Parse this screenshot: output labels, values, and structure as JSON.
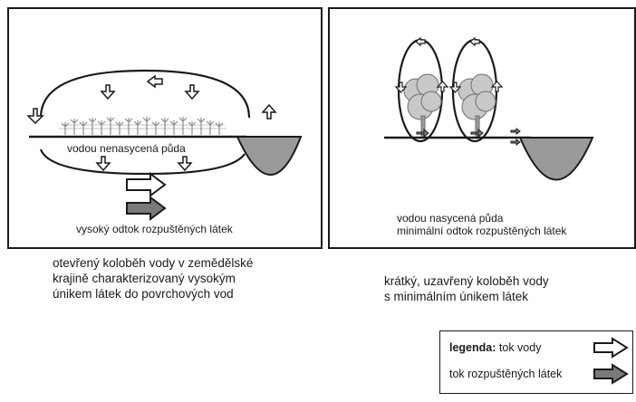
{
  "left_panel": {
    "soil_label": "vodou nenasycená půda",
    "outflow_label": "vysoký odtok rozpuštěných látek"
  },
  "right_panel": {
    "soil_label": "vodou nasycená půda",
    "outflow_label": "minimální odtok rozpuštěných látek"
  },
  "captions": {
    "left": [
      "otevřený koloběh vody v zemědělské",
      "krajině charakterizovaný vysokým",
      "únikem látek do povrchových vod"
    ],
    "right": [
      "krátký, uzavřený koloběh vody",
      "s minimálním únikem látek"
    ]
  },
  "legend": {
    "title": "legenda:",
    "water_flow": "tok vody",
    "solute_flow": "tok rozpuštěných látek"
  },
  "colors": {
    "outline": "#1a1a1a",
    "pond_fill": "#9a9a9a",
    "solute_arrow_fill": "#7a7a7a",
    "tree_fill": "#c8c8c8",
    "crop_stroke": "#8c8c8c"
  }
}
